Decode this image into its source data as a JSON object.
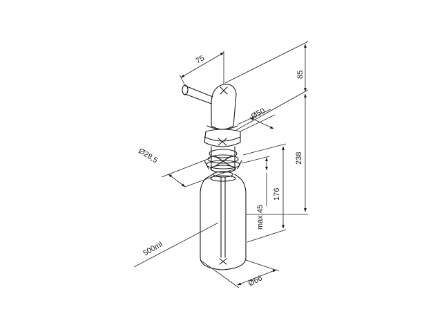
{
  "labels": {
    "spout_length": "75",
    "head_height": "85",
    "head_diameter": "Ø50",
    "total_height": "238",
    "thread_diameter": "Ø28,5",
    "tube_length": "176",
    "max_thickness": "max.45",
    "bottle_volume": "500ml",
    "bottle_diameter": "Ø66"
  },
  "colors": {
    "line": "#1a1a1a",
    "background": "#ffffff"
  }
}
